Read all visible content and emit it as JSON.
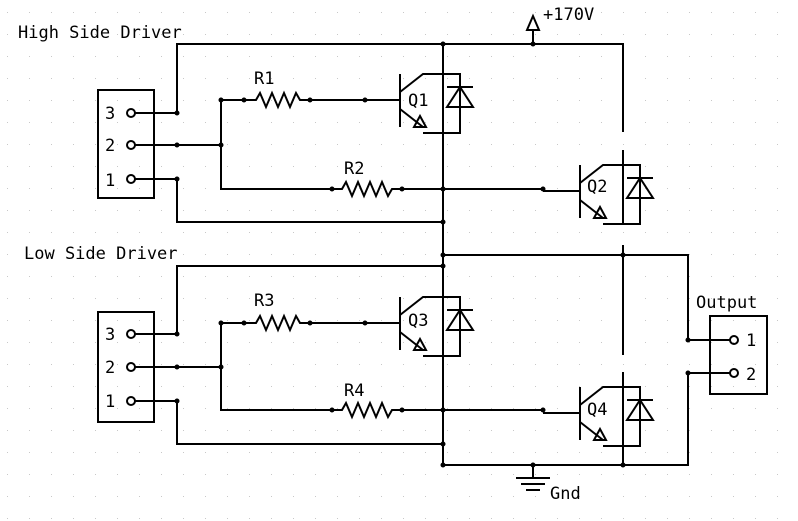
{
  "diagram": {
    "supply_label": "+170V",
    "ground_label": "Gnd",
    "high_side": {
      "title": "High Side Driver",
      "pins": [
        "3",
        "2",
        "1"
      ]
    },
    "low_side": {
      "title": "Low Side Driver",
      "pins": [
        "3",
        "2",
        "1"
      ]
    },
    "output": {
      "title": "Output",
      "pins": [
        "1",
        "2"
      ]
    },
    "resistors": [
      "R1",
      "R2",
      "R3",
      "R4"
    ],
    "transistors": [
      "Q1",
      "Q2",
      "Q3",
      "Q4"
    ],
    "colors": {
      "line": "#000000",
      "background": "#ffffff",
      "grid_dots": "#c8c8c8"
    }
  }
}
